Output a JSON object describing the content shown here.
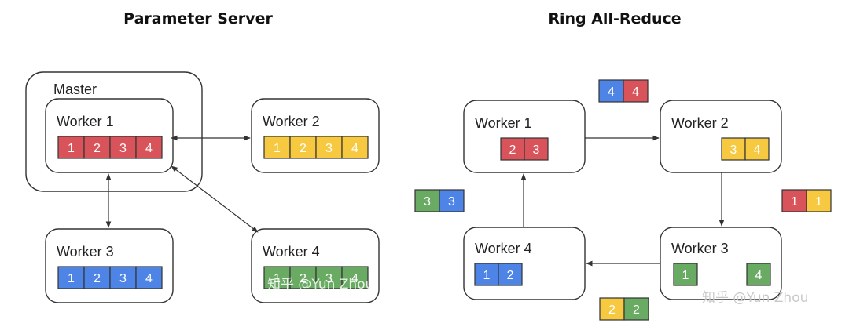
{
  "parameter_server": {
    "title": "Parameter Server",
    "master_label": "Master",
    "workers": [
      {
        "label": "Worker 1",
        "cells": [
          "1",
          "2",
          "3",
          "4"
        ]
      },
      {
        "label": "Worker 2",
        "cells": [
          "1",
          "2",
          "3",
          "4"
        ]
      },
      {
        "label": "Worker 3",
        "cells": [
          "1",
          "2",
          "3",
          "4"
        ]
      },
      {
        "label": "Worker 4",
        "cells": [
          "1",
          "2",
          "3",
          "4"
        ]
      }
    ]
  },
  "ring_all_reduce": {
    "title": "Ring All-Reduce",
    "workers": [
      {
        "label": "Worker 1",
        "cells": [
          "2",
          "3"
        ]
      },
      {
        "label": "Worker 2",
        "cells": [
          "3",
          "4"
        ]
      },
      {
        "label": "Worker 3",
        "cells_left": [
          "1"
        ],
        "cells_right": [
          "4"
        ]
      },
      {
        "label": "Worker 4",
        "cells": [
          "1",
          "2"
        ]
      }
    ],
    "transfers": {
      "top": [
        "4",
        "4"
      ],
      "right": [
        "1",
        "1"
      ],
      "bottom": [
        "2",
        "2"
      ],
      "left": [
        "3",
        "3"
      ]
    }
  },
  "watermark": {
    "left": "知乎 @Yun Zhou",
    "right": "知乎 @Yun Zhou"
  },
  "colors": {
    "red": "#d9535b",
    "yellow": "#f6c940",
    "blue": "#4d84e6",
    "green": "#6aab63",
    "border": "#333333"
  }
}
